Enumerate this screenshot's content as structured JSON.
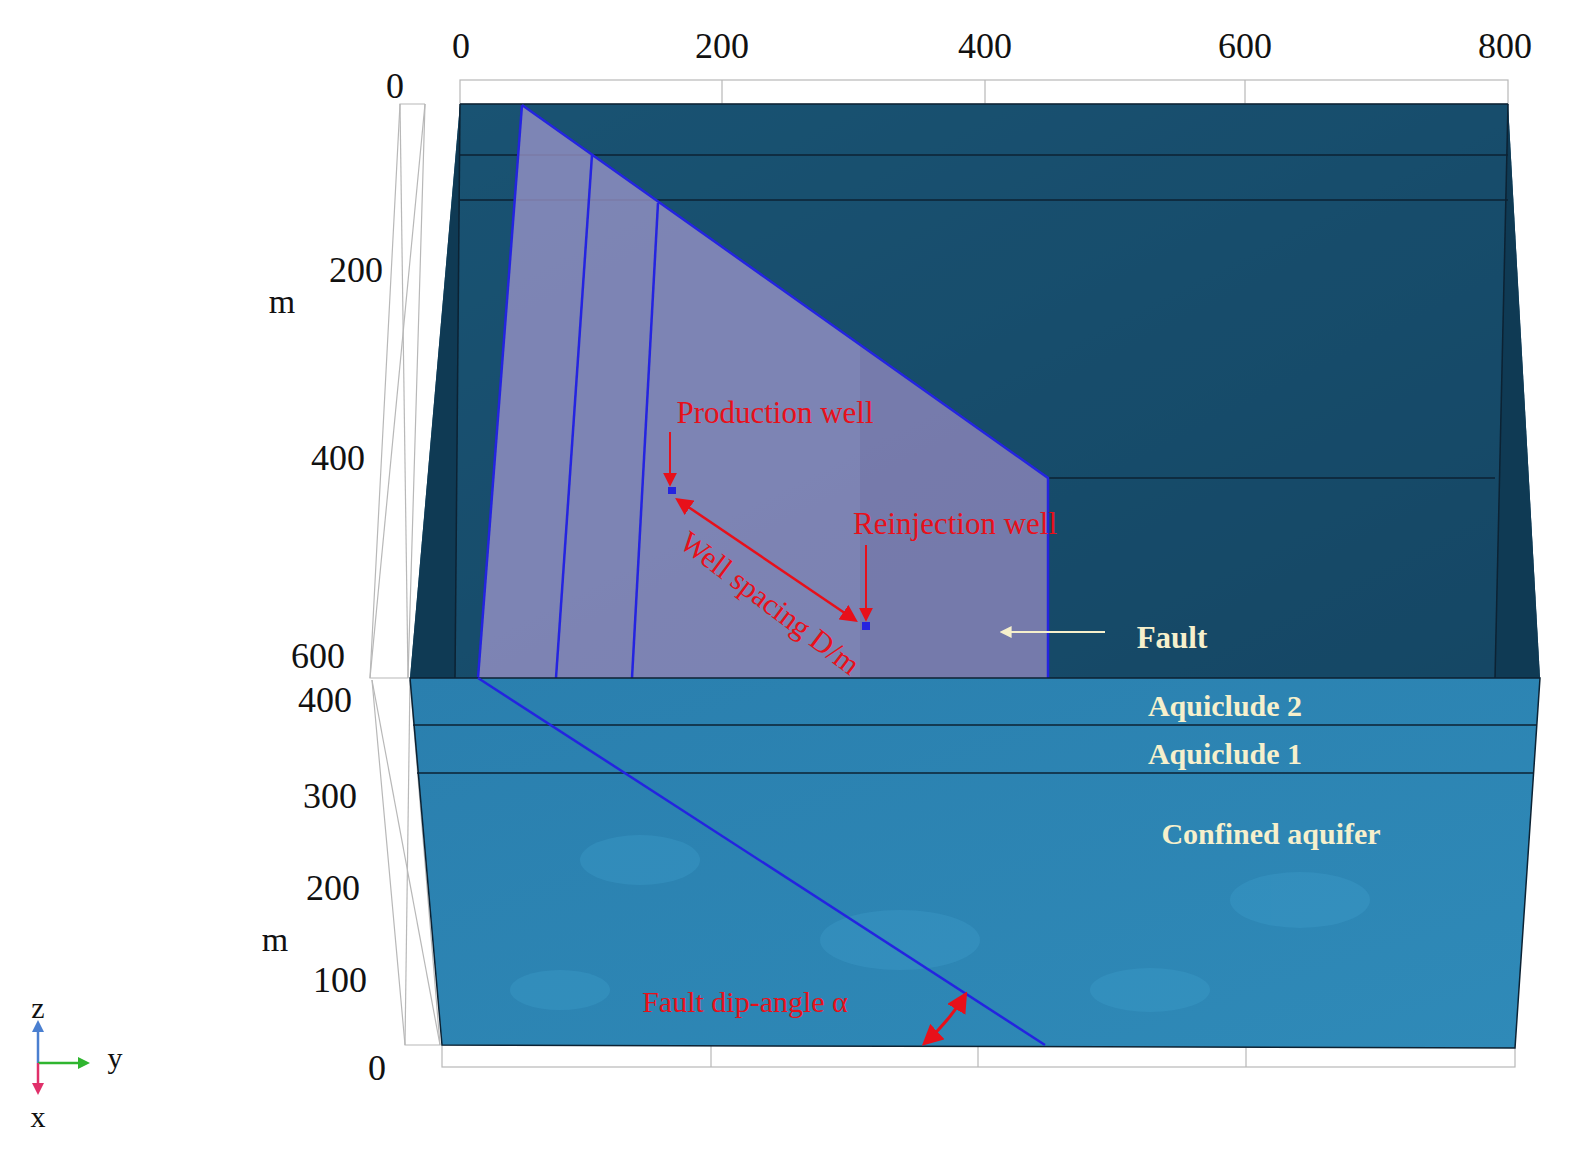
{
  "diagram": {
    "nodes": [
      {
        "text": [
          "Aquiclude 2"
        ]
      },
      {
        "text": [
          "Aquiclude 1"
        ]
      },
      {
        "text": [
          "Confined aquifer"
        ]
      }
    ],
    "labels": [
      "0",
      "200",
      "400",
      "600",
      "800",
      "0",
      "200",
      "400",
      "600",
      "m",
      "400",
      "300",
      "200",
      "100",
      "0",
      "m",
      "Production well",
      "Reinjection well",
      "Well spacing D/m",
      "Fault",
      "Fault dip-angle α",
      "z",
      "y",
      "x"
    ]
  }
}
